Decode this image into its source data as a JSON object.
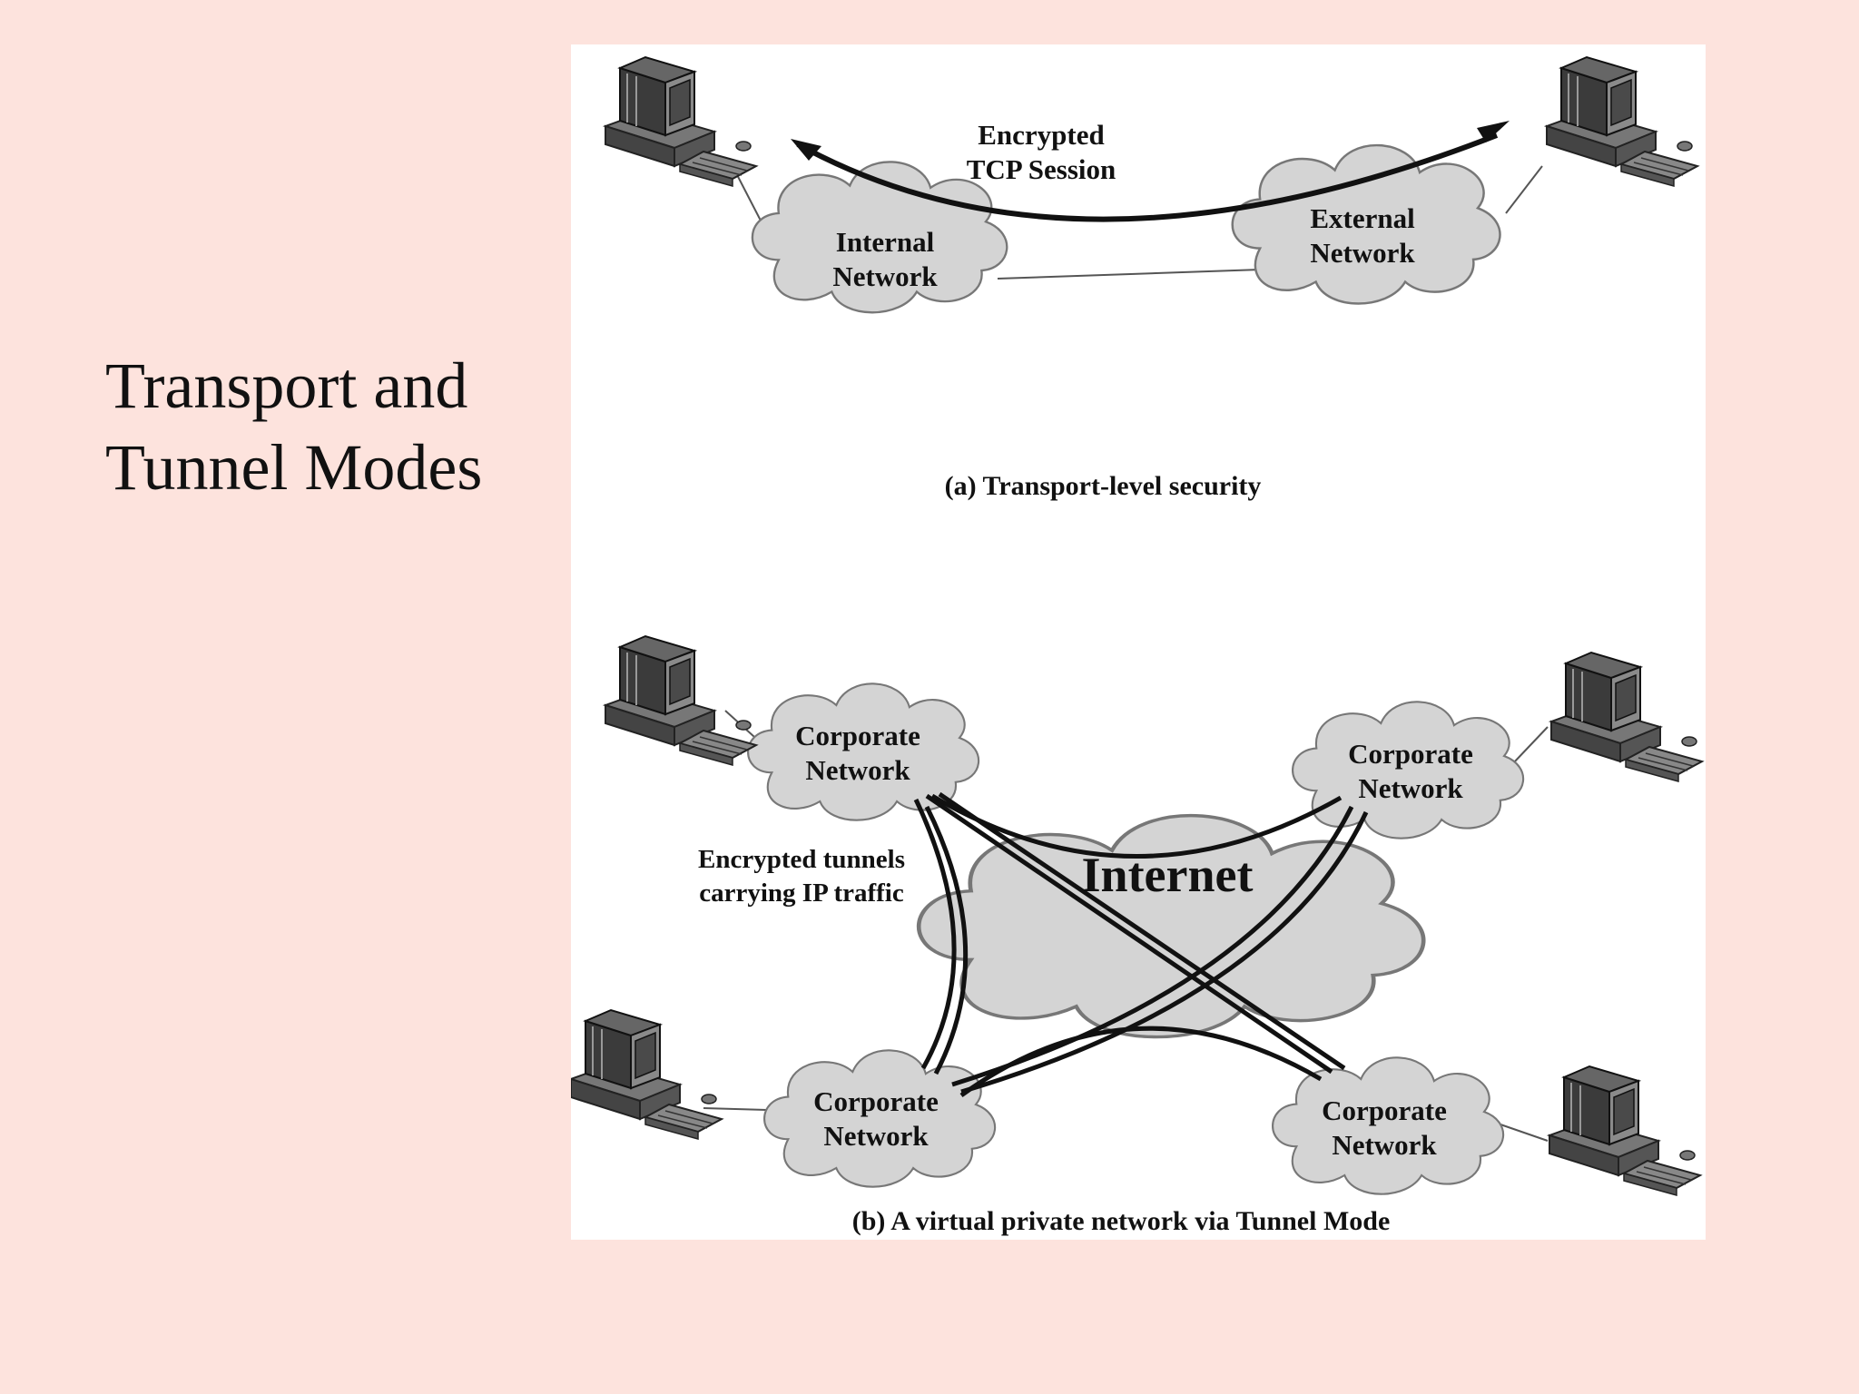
{
  "slide": {
    "title_line1": "Transport  and",
    "title_line2": "Tunnel  Modes"
  },
  "panel_a": {
    "arrow_label_line1": "Encrypted",
    "arrow_label_line2": "TCP Session",
    "internal_cloud_line1": "Internal",
    "internal_cloud_line2": "Network",
    "external_cloud_line1": "External",
    "external_cloud_line2": "Network",
    "caption": "(a) Transport-level security"
  },
  "panel_b": {
    "corporate_line1": "Corporate",
    "corporate_line2": "Network",
    "internet_label": "Internet",
    "tunnels_label_line1": "Encrypted tunnels",
    "tunnels_label_line2": "carrying IP traffic",
    "caption": "(b) A virtual private network via Tunnel Mode"
  },
  "colors": {
    "slide_background": "#fde3dd",
    "panel_background": "#ffffff",
    "cloud_fill": "#d4d4d4",
    "line": "#111111"
  }
}
